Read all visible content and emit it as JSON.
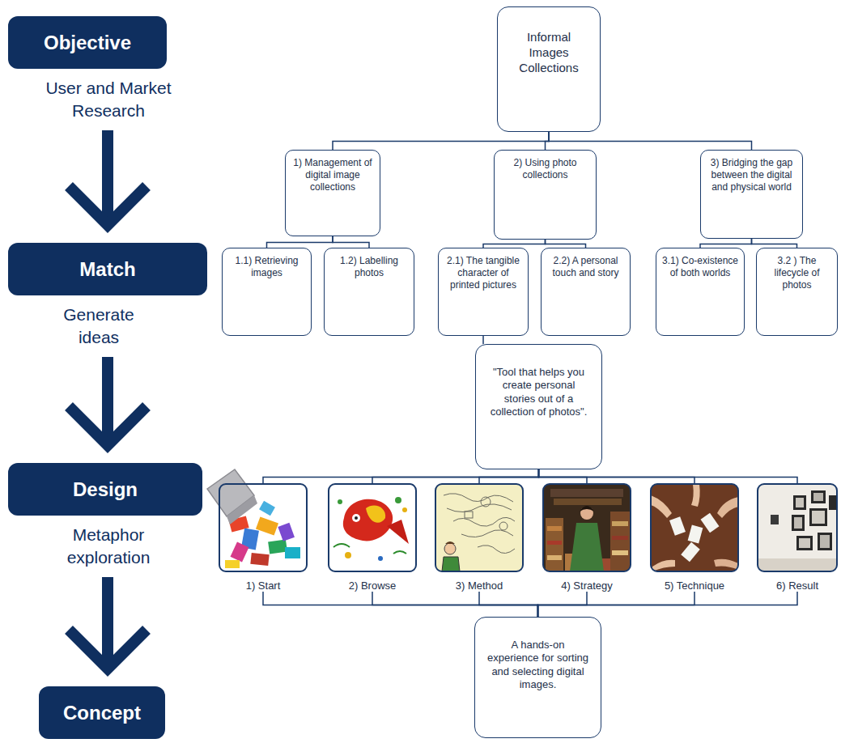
{
  "diagram": {
    "nodes": [
      {
        "text": [
          "Objective",
          "User and Market Research"
        ]
      },
      {
        "text": [
          "Match",
          "Generate ideas"
        ]
      },
      {
        "text": [
          "Design",
          "Metaphor exploration"
        ]
      },
      {
        "text": [
          "Concept"
        ]
      },
      {
        "text": [
          "Informal Images Collections"
        ]
      },
      {
        "text": [
          "1) Management of digital image collections"
        ]
      },
      {
        "text": [
          "2) Using photo collections"
        ]
      },
      {
        "text": [
          "3) Bridging the gap between the digital and physical world"
        ]
      },
      {
        "text": [
          "1.1) Retrieving images"
        ]
      },
      {
        "text": [
          "1.2) Labelling photos"
        ]
      },
      {
        "text": [
          "2.1) The tangible character of printed pictures"
        ]
      },
      {
        "text": [
          "2.2) A personal touch and story"
        ]
      },
      {
        "text": [
          "3.1) Co-existence of both worlds"
        ]
      },
      {
        "text": [
          "3.2 ) The lifecycle of photos"
        ]
      },
      {
        "text": [
          "\"Tool that helps you create personal stories out of a collection of photos\"."
        ]
      },
      {
        "text": [
          "1) Start"
        ]
      },
      {
        "text": [
          "2) Browse"
        ]
      },
      {
        "text": [
          "3) Method"
        ]
      },
      {
        "text": [
          "4) Strategy"
        ]
      },
      {
        "text": [
          "5) Technique"
        ]
      },
      {
        "text": [
          "6) Result"
        ]
      },
      {
        "text": [
          "A hands-on experience for sorting and selecting digital images."
        ]
      }
    ],
    "edges": [
      {
        "from": 0,
        "to": 1,
        "arrow": "to"
      },
      {
        "from": 1,
        "to": 2,
        "arrow": "to"
      },
      {
        "from": 2,
        "to": 3,
        "arrow": "to"
      },
      {
        "from": 4,
        "to": 5,
        "arrow": "none"
      },
      {
        "from": 4,
        "to": 6,
        "arrow": "none"
      },
      {
        "from": 4,
        "to": 7,
        "arrow": "none"
      },
      {
        "from": 5,
        "to": 8,
        "arrow": "none"
      },
      {
        "from": 5,
        "to": 9,
        "arrow": "none"
      },
      {
        "from": 6,
        "to": 10,
        "arrow": "none"
      },
      {
        "from": 6,
        "to": 11,
        "arrow": "none"
      },
      {
        "from": 7,
        "to": 12,
        "arrow": "none"
      },
      {
        "from": 7,
        "to": 13,
        "arrow": "none"
      },
      {
        "from": 10,
        "to": 14,
        "arrow": "none"
      },
      {
        "from": 14,
        "to": 15,
        "arrow": "none"
      },
      {
        "from": 14,
        "to": 16,
        "arrow": "none"
      },
      {
        "from": 14,
        "to": 17,
        "arrow": "none"
      },
      {
        "from": 14,
        "to": 18,
        "arrow": "none"
      },
      {
        "from": 14,
        "to": 19,
        "arrow": "none"
      },
      {
        "from": 14,
        "to": 20,
        "arrow": "none"
      },
      {
        "from": 15,
        "to": 21,
        "arrow": "none"
      },
      {
        "from": 16,
        "to": 21,
        "arrow": "none"
      },
      {
        "from": 17,
        "to": 21,
        "arrow": "none"
      },
      {
        "from": 18,
        "to": 21,
        "arrow": "none"
      },
      {
        "from": 19,
        "to": 21,
        "arrow": "none"
      },
      {
        "from": 20,
        "to": 21,
        "arrow": "none"
      }
    ]
  }
}
